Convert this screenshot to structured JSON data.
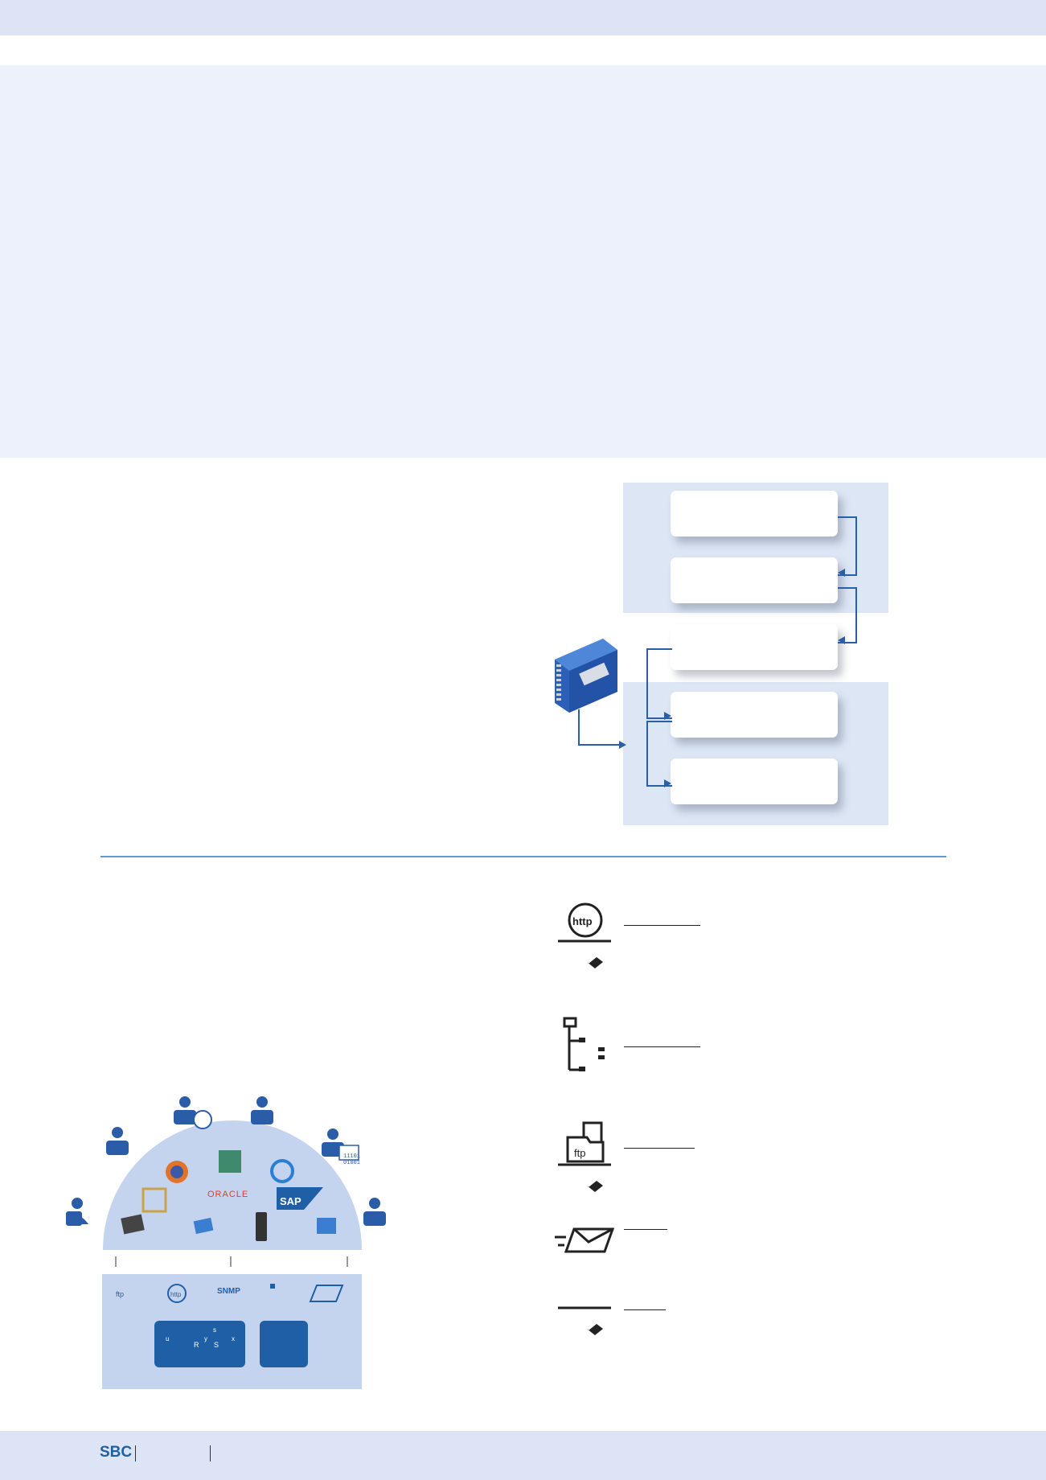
{
  "footer": {
    "brand": "SBC"
  },
  "dome": {
    "brands": {
      "oracle": "ORACLE",
      "sap": "SAP"
    },
    "protocol_labels": {
      "snmp": "SNMP",
      "ftp": "ftp",
      "http": "http"
    },
    "binary_text": [
      "11101",
      "01001"
    ],
    "control_loop": {
      "u": "u",
      "x": "x",
      "R": "R",
      "S": "S",
      "y": "y",
      "s": "s"
    }
  },
  "protocols": [
    {
      "icon": "http-server-icon",
      "glyph": "http"
    },
    {
      "icon": "file-system-icon"
    },
    {
      "icon": "ftp-server-icon",
      "glyph": "ftp"
    },
    {
      "icon": "email-icon"
    },
    {
      "icon": "server-hand-icon"
    }
  ],
  "colors": {
    "accent": "#1f5fa6",
    "zone": "#dce6f5",
    "band": "#dce4f5",
    "divider": "#5b9bd5"
  }
}
